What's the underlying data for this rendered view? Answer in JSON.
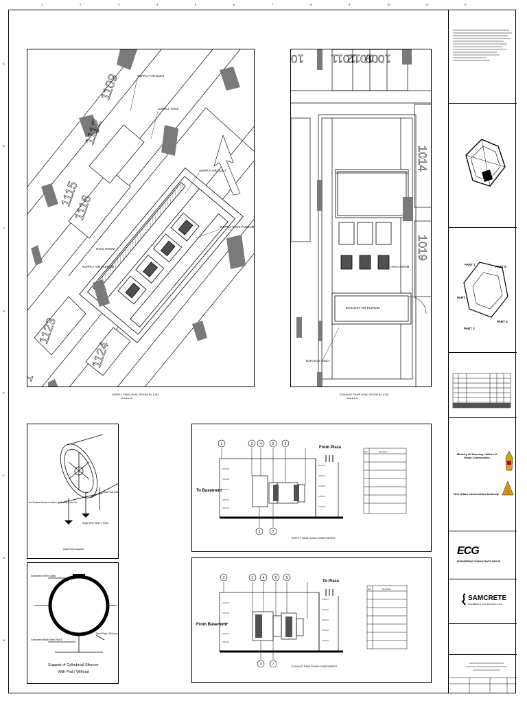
{
  "grid": {
    "top_numbers": [
      "1",
      "2",
      "3",
      "4",
      "5",
      "6",
      "7",
      "8",
      "9",
      "10",
      "11",
      "12"
    ],
    "side_letters": [
      "A",
      "B",
      "C",
      "D",
      "E",
      "F",
      "G",
      "H"
    ]
  },
  "plan_left": {
    "rooms": [
      "1109",
      "1112",
      "1115",
      "1116",
      "1123",
      "1124",
      "1"
    ],
    "tags": [
      "SUPPLY AIR DUCT",
      "SUPPLY FANS",
      "SUPPLY AIR DUCT",
      "HVAC ROOM",
      "SUPPLY FANS PLENUM",
      "SUPPLY AIR PLENUM"
    ],
    "caption": "SUPPLY FANS HVAC ROOM B1 & B2",
    "scale": "SCALE 1:50"
  },
  "plan_right": {
    "rooms": [
      "1011",
      "1012",
      "1009",
      "1010",
      "1014",
      "1019",
      "100"
    ],
    "tags": [
      "EXHAUST AIR PLENUM",
      "HVAC ROOM",
      "EXHAUST DUCT"
    ],
    "caption": "EXHAUST FANS HVAC ROOM B1 & B2",
    "scale": "SCALE 1:50"
  },
  "detail_axial": {
    "labels": [
      "Set Rubber Vibration Isolator (4 Pieces) Each Fan",
      "Steel Plate Wall (150mm x 150mm)",
      "Angle Steel 75mm x 75mm"
    ],
    "caption": "Axial Fans Support"
  },
  "detail_silencer": {
    "labels": [
      "Galvanized Steel Clamp",
      "Galvanized Black Steel Pipe 3\"",
      "Steel Plate (150mm x 150mm x 8mm)"
    ],
    "caption_lines": [
      "Support of Cylindrical Silencer",
      "With Pod / Without"
    ]
  },
  "section_supply": {
    "numbers": [
      "1",
      "2",
      "3",
      "4",
      "5",
      "6",
      "7"
    ],
    "from_label": "From Plaza",
    "to_label": "To Basement",
    "caption": "SUPPLY FANS ROOM COMPONENTS",
    "legend_header": [
      "Item",
      "Description"
    ]
  },
  "section_exhaust": {
    "numbers": [
      "1",
      "2",
      "3",
      "4",
      "5",
      "6",
      "7"
    ],
    "from_label": "From Basement",
    "to_label": "To Plaza",
    "caption": "EXHAUST FANS ROOM COMPONENTS",
    "legend_header": [
      "Item",
      "Description"
    ]
  },
  "titleblock": {
    "key_plan_labels": [
      "PART 1",
      "PART 2",
      "PART 3",
      "PART 4",
      "PART 5"
    ],
    "client_en_1": "Ministry Of Housing, Utilities & Urban Communities",
    "client_en_2": "New Urban Communities Authority",
    "consultant": "ECG",
    "consultant_sub": "ENGINEERING CONSULTANTS GROUP",
    "contractor": "SAMCRETE",
    "contractor_sub": "ENGINEERS & CONTRACTORS S.A.E"
  },
  "colors": {
    "line": "#000000",
    "hatch": "#7a7a7a",
    "fill_dark": "#505050"
  }
}
